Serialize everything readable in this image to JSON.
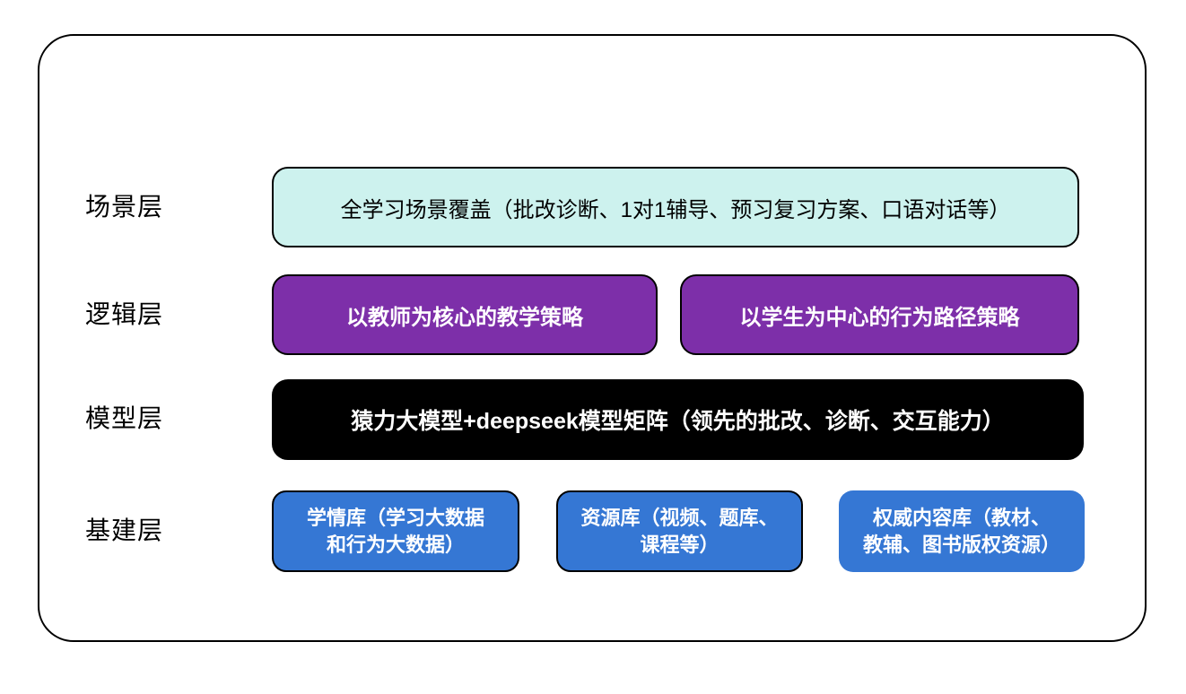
{
  "colors": {
    "background": "#ffffff",
    "frame_border": "#000000",
    "scene_fill": "#cdf2ee",
    "logic_fill": "#7d2fa9",
    "model_fill": "#000000",
    "infra_fill": "#3577d4",
    "dark_text": "#000000",
    "light_text": "#ffffff"
  },
  "layers": {
    "scene": {
      "label": "场景层",
      "box": "全学习场景覆盖（批改诊断、1对1辅导、预习复习方案、口语对话等）"
    },
    "logic": {
      "label": "逻辑层",
      "box_left": "以教师为核心的教学策略",
      "box_right": "以学生为中心的行为路径策略"
    },
    "model": {
      "label": "模型层",
      "box": "猿力大模型+deepseek模型矩阵（领先的批改、诊断、交互能力）"
    },
    "infra": {
      "label": "基建层",
      "box_1": "学情库（学习大数据\n和行为大数据）",
      "box_2": "资源库（视频、题库、\n课程等）",
      "box_3": "权威内容库（教材、\n教辅、图书版权资源）"
    }
  }
}
